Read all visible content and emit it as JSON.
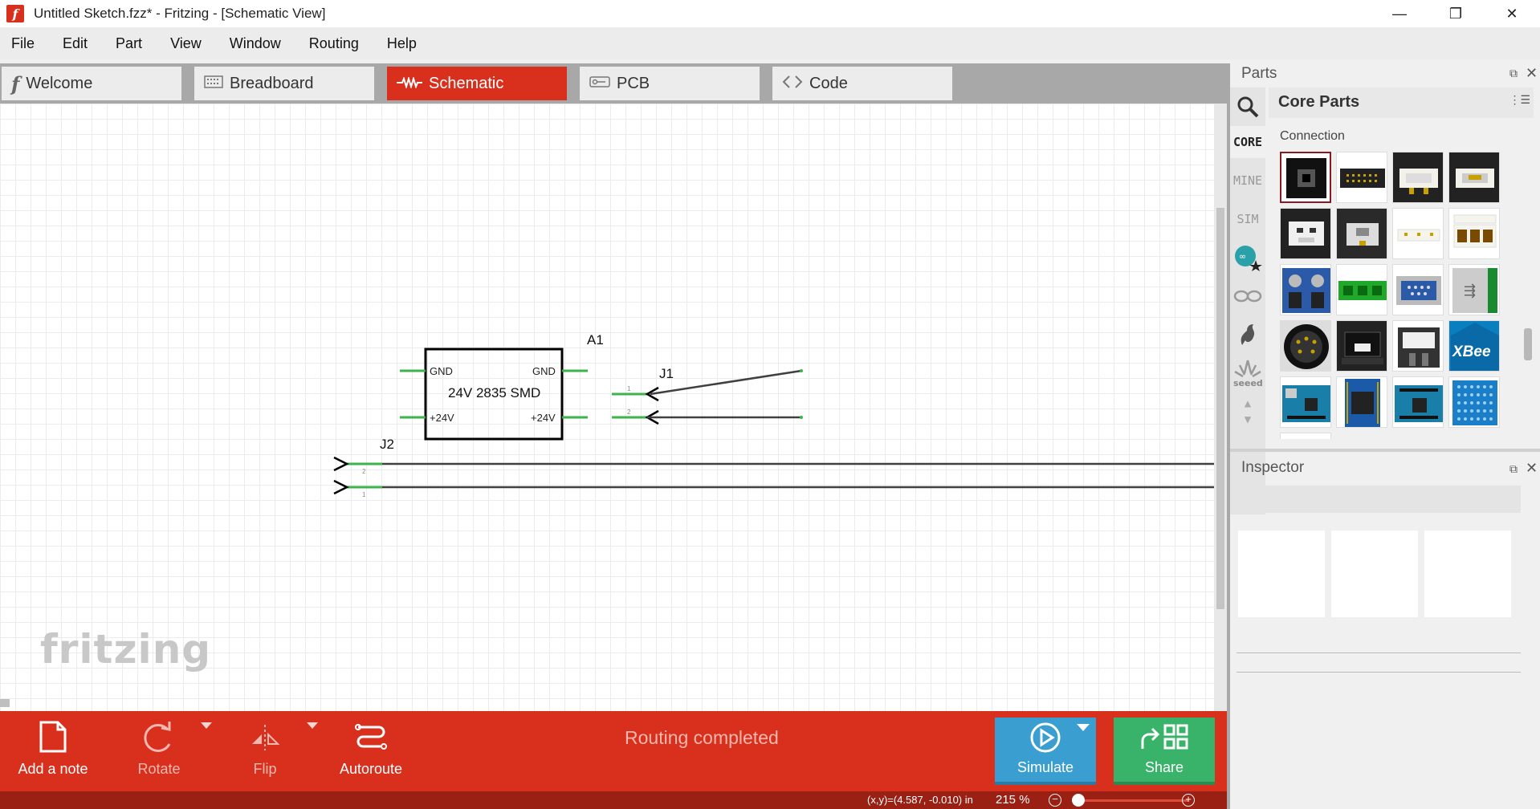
{
  "window": {
    "title": "Untitled Sketch.fzz* - Fritzing - [Schematic View]",
    "controls": {
      "minimize": "—",
      "restore": "❐",
      "close": "✕"
    }
  },
  "menu": [
    "File",
    "Edit",
    "Part",
    "View",
    "Window",
    "Routing",
    "Help"
  ],
  "tabs": [
    {
      "label": "Welcome",
      "icon": "fritzing-f-icon",
      "active": false
    },
    {
      "label": "Breadboard",
      "icon": "breadboard-icon",
      "active": false
    },
    {
      "label": "Schematic",
      "icon": "schematic-icon",
      "active": true
    },
    {
      "label": "PCB",
      "icon": "pcb-icon",
      "active": false
    },
    {
      "label": "Code",
      "icon": "code-icon",
      "active": false
    }
  ],
  "canvas": {
    "watermark": "fritzing",
    "part_a1": {
      "label": "A1",
      "name": "24V 2835 SMD",
      "pins": [
        "GND",
        "GND",
        "+24V",
        "+24V"
      ]
    },
    "part_j1": {
      "label": "J1",
      "pin_numbers": [
        "1",
        "2"
      ]
    },
    "part_j2": {
      "label": "J2",
      "pin_numbers": [
        "2",
        "1"
      ]
    }
  },
  "toolbar": {
    "add_note": "Add a note",
    "rotate": "Rotate",
    "flip": "Flip",
    "autoroute": "Autoroute",
    "status": "Routing completed",
    "simulate": "Simulate",
    "share": "Share"
  },
  "statusbar": {
    "coords": "(x,y)=(4.587, -0.010) in",
    "zoom": "215 %",
    "zoom_slider_fraction": 0.05
  },
  "parts_panel": {
    "title": "Parts",
    "bin_tabs": [
      "CORE",
      "MINE",
      "SIM"
    ],
    "bin_title": "Core Parts",
    "section": "Connection",
    "xbee_label": "XBee"
  },
  "inspector": {
    "title": "Inspector"
  },
  "colors": {
    "accent": "#d9301e",
    "simulate": "#3b9ed1",
    "share": "#3ab36a",
    "wire_green": "#3cb44b"
  }
}
